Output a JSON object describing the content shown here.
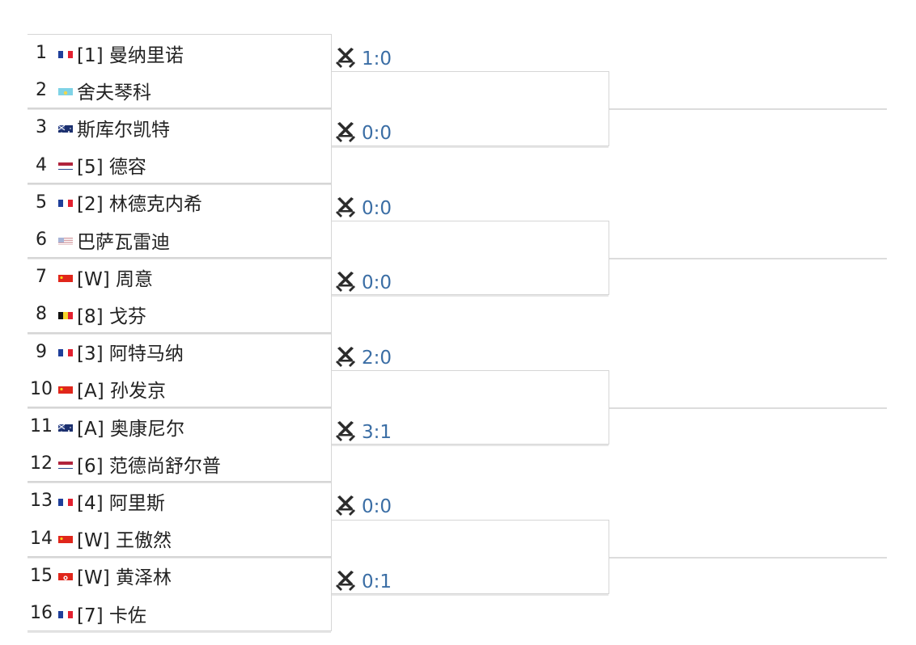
{
  "players": [
    {
      "num": "1",
      "flag": "fr",
      "label": "[1] 曼纳里诺"
    },
    {
      "num": "2",
      "flag": "kz",
      "label": " 舍夫琴科"
    },
    {
      "num": "3",
      "flag": "au",
      "label": " 斯库尔凯特"
    },
    {
      "num": "4",
      "flag": "nl",
      "label": "[5] 德容"
    },
    {
      "num": "5",
      "flag": "fr",
      "label": "[2] 林德克内希"
    },
    {
      "num": "6",
      "flag": "us",
      "label": " 巴萨瓦雷迪"
    },
    {
      "num": "7",
      "flag": "cn",
      "label": "[W] 周意"
    },
    {
      "num": "8",
      "flag": "be",
      "label": "[8] 戈芬"
    },
    {
      "num": "9",
      "flag": "fr",
      "label": "[3] 阿特马纳"
    },
    {
      "num": "10",
      "flag": "cn",
      "label": "[A] 孙发京"
    },
    {
      "num": "11",
      "flag": "au",
      "label": "[A] 奥康尼尔"
    },
    {
      "num": "12",
      "flag": "nl",
      "label": "[6] 范德尚舒尔普"
    },
    {
      "num": "13",
      "flag": "fr",
      "label": "[4] 阿里斯"
    },
    {
      "num": "14",
      "flag": "cn",
      "label": "[W] 王傲然"
    },
    {
      "num": "15",
      "flag": "hk",
      "label": "[W] 黄泽林"
    },
    {
      "num": "16",
      "flag": "fr",
      "label": "[7] 卡佐"
    }
  ],
  "scores": [
    "1:0",
    "0:0",
    "0:0",
    "0:0",
    "2:0",
    "3:1",
    "0:0",
    "0:1"
  ],
  "colors": {
    "score": "#3b6ea5",
    "line": "#dcdcdc",
    "text": "#222222"
  },
  "icons": {
    "match": "crossed-swords-icon"
  }
}
